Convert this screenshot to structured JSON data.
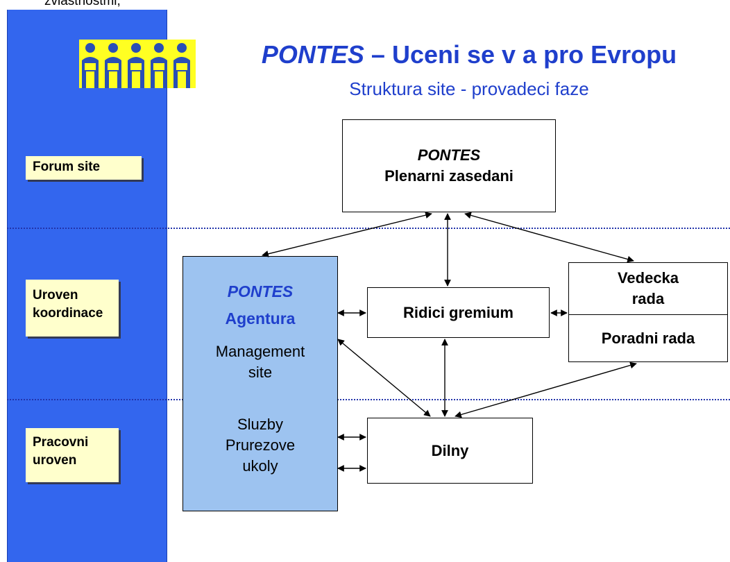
{
  "top_clipped_text": "zvlastnostmi,",
  "header": {
    "title_italic": "PONTES",
    "title_rest": " – Uceni se v a pro Evropu",
    "subtitle": "Struktura site  - provadeci faze"
  },
  "levels": {
    "forum": "Forum site",
    "coord_line1": "Uroven",
    "coord_line2": "koordinace",
    "work_line1": "Pracovni",
    "work_line2": "uroven"
  },
  "boxes": {
    "plenary_line1": "PONTES",
    "plenary_line2": "Plenarni zasedani",
    "steering": "Ridici gremium",
    "scientific_line1": "Vedecka",
    "scientific_line2": "rada",
    "advisory": "Poradni rada",
    "workshops": "Dilny"
  },
  "agentura": {
    "title_line1": "PONTES",
    "title_line2": "Agentura",
    "mgmt_line1": "Management",
    "mgmt_line2": "site",
    "svc_line1": "Sluzby",
    "svc_line2": "Prurezove",
    "svc_line3": "ukoly"
  },
  "colors": {
    "sidebar": "#3366ee",
    "label_bg": "#ffffcc",
    "title": "#1f3fcc",
    "agentura_bg": "#9dc3f0"
  }
}
